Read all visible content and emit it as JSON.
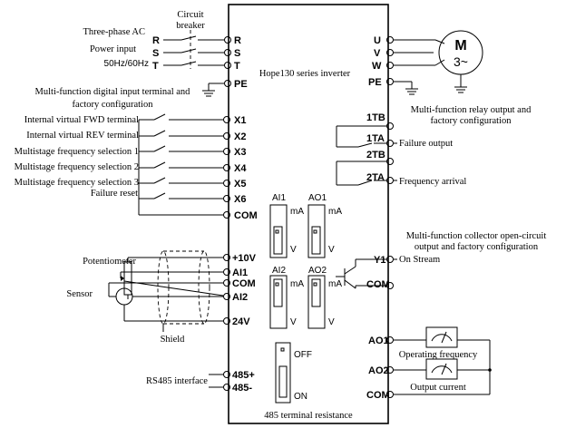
{
  "labels": {
    "circuit_breaker": [
      "Circuit",
      "breaker"
    ],
    "three_phase": "Three-phase AC",
    "power_input": "Power input",
    "freq": "50Hz/60Hz",
    "digital_input": [
      "Multi-function digital input terminal and",
      "factory configuration"
    ],
    "inverter": "Hope130 series inverter",
    "relay_out": [
      "Multi-function relay output and",
      "factory configuration"
    ],
    "failure_output": "Failure output",
    "frequency_arrival": "Frequency arrival",
    "collector": [
      "Multi-function collector open-circuit",
      "output and factory configuration"
    ],
    "on_stream": "On Stream",
    "potentiometer": "Potentiometer",
    "sensor": "Sensor",
    "shield": "Shield",
    "rs485_interface": "RS485 interface",
    "operating_frequency": "Operating frequency",
    "output_current": "Output current",
    "term_resistance": "485 terminal resistance",
    "motor_m": "M",
    "motor_3": "3~"
  },
  "left_inputs": [
    "R",
    "S",
    "T"
  ],
  "terminals_top": [
    "R",
    "S",
    "T",
    "PE"
  ],
  "motor_terminals": [
    "U",
    "V",
    "W",
    "PE"
  ],
  "digital_inputs": [
    {
      "desc": "Internal virtual FWD terminal",
      "term": "X1"
    },
    {
      "desc": "Internal virtual REV terminal",
      "term": "X2"
    },
    {
      "desc": "Multistage frequency selection 1",
      "term": "X3"
    },
    {
      "desc": "Multistage frequency selection 2",
      "term": "X4"
    },
    {
      "desc": "Multistage frequency selection 3",
      "term": "X5"
    },
    {
      "desc": "Failure reset",
      "term": "X6"
    }
  ],
  "com": "COM",
  "analog_terms": [
    "+10V",
    "AI1",
    "COM",
    "AI2",
    "24V"
  ],
  "rs485_terms": [
    "485+",
    "485-"
  ],
  "relay_terms": [
    "1TB",
    "1TA",
    "2TB",
    "2TA"
  ],
  "y1": "Y1",
  "y1_com": "COM",
  "ao_terms": [
    "AO1",
    "AO2",
    "COM"
  ],
  "switches": {
    "ai1": "AI1",
    "ao1": "AO1",
    "ai2": "AI2",
    "ao2": "AO2",
    "ma": "mA",
    "v": "V",
    "off": "OFF",
    "on": "ON"
  }
}
